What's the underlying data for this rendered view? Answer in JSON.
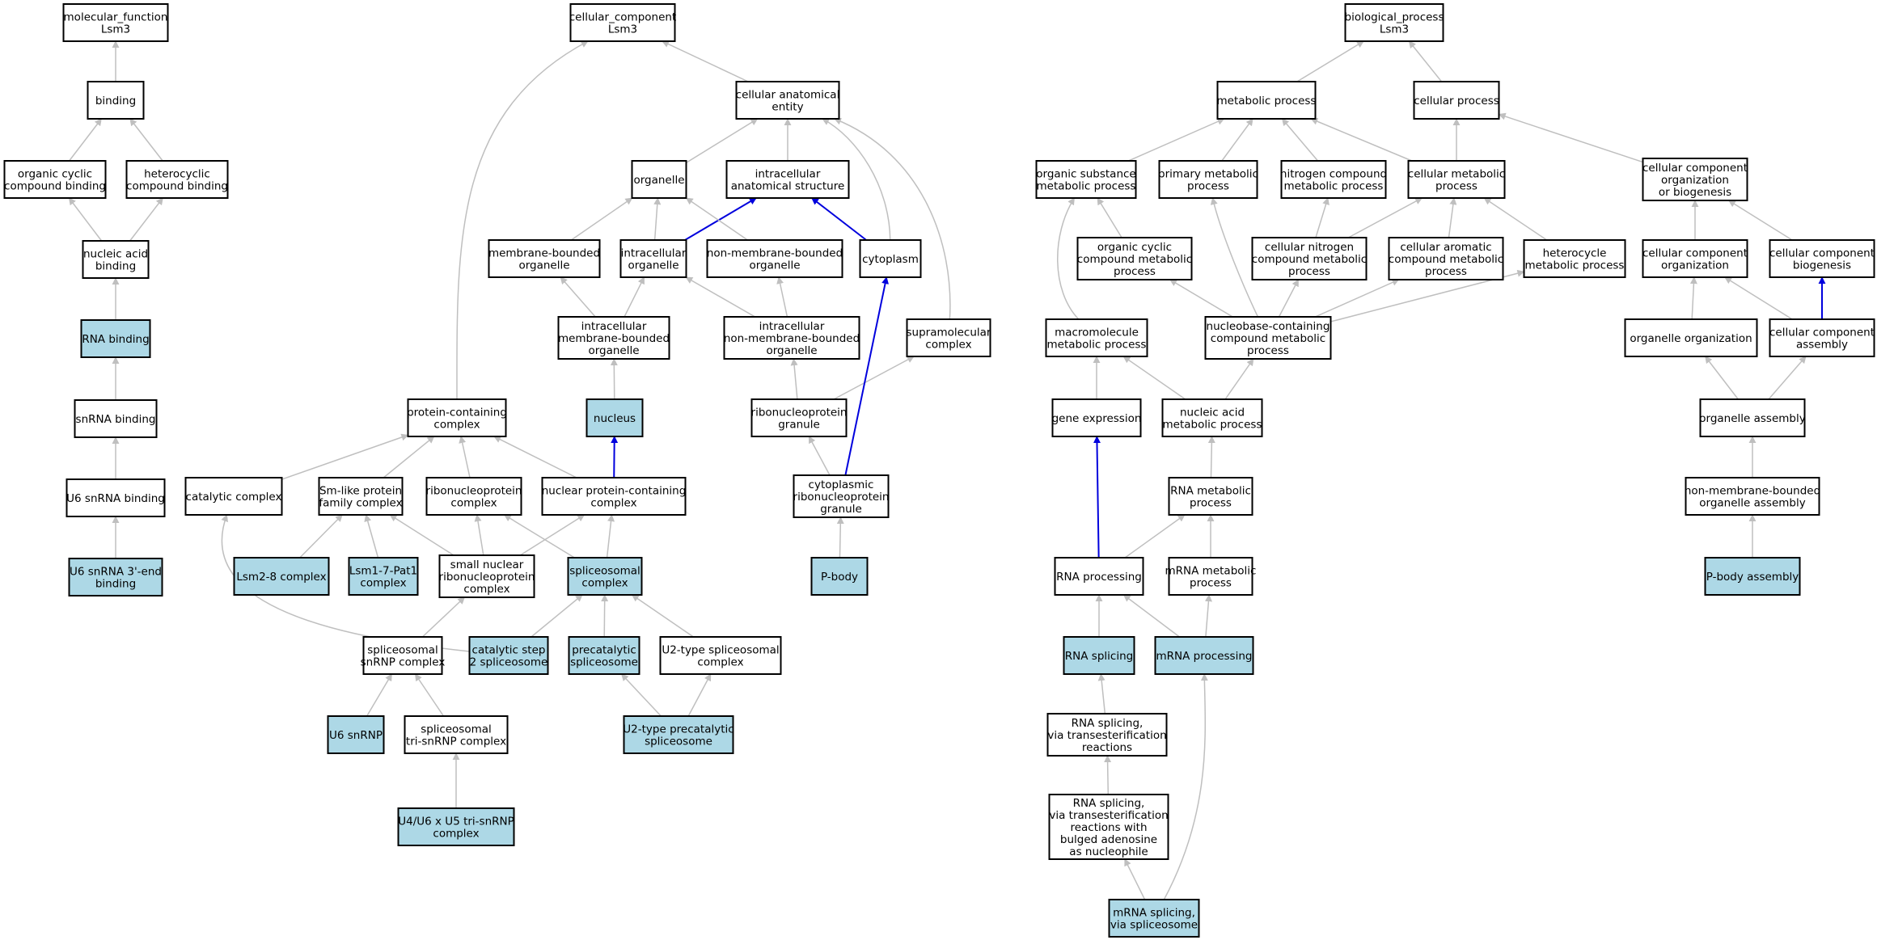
{
  "colors": {
    "highlight": "#add8e6",
    "plain": "#ffffff",
    "edge": "#bfbfbf",
    "edge_strong": "#0000dd"
  },
  "nodes": [
    {
      "id": "mf_root",
      "lines": [
        "molecular_function",
        "Lsm3"
      ]
    },
    {
      "id": "binding",
      "lines": [
        "binding"
      ]
    },
    {
      "id": "org_cyclic_binding",
      "lines": [
        "organic cyclic",
        "compound binding"
      ]
    },
    {
      "id": "heterocyclic_binding",
      "lines": [
        "heterocyclic",
        "compound binding"
      ]
    },
    {
      "id": "nucleic_acid_binding",
      "lines": [
        "nucleic acid",
        "binding"
      ]
    },
    {
      "id": "rna_binding",
      "lines": [
        "RNA binding"
      ],
      "hl": true
    },
    {
      "id": "snrna_binding",
      "lines": [
        "snRNA binding"
      ]
    },
    {
      "id": "u6_snrna_binding",
      "lines": [
        "U6 snRNA binding"
      ]
    },
    {
      "id": "u6_3end_binding",
      "lines": [
        "U6 snRNA 3'-end",
        "binding"
      ],
      "hl": true
    },
    {
      "id": "cc_root",
      "lines": [
        "cellular_component",
        "Lsm3"
      ]
    },
    {
      "id": "cell_anat_entity",
      "lines": [
        "cellular anatomical",
        "entity"
      ]
    },
    {
      "id": "organelle",
      "lines": [
        "organelle"
      ]
    },
    {
      "id": "intracell_anat_struct",
      "lines": [
        "intracellular",
        "anatomical structure"
      ]
    },
    {
      "id": "membrane_bounded_org",
      "lines": [
        "membrane-bounded",
        "organelle"
      ]
    },
    {
      "id": "intracellular_org",
      "lines": [
        "intracellular",
        "organelle"
      ]
    },
    {
      "id": "non_membrane_org",
      "lines": [
        "non-membrane-bounded",
        "organelle"
      ]
    },
    {
      "id": "cytoplasm",
      "lines": [
        "cytoplasm"
      ]
    },
    {
      "id": "intra_membrane_org",
      "lines": [
        "intracellular",
        "membrane-bounded",
        "organelle"
      ]
    },
    {
      "id": "intra_non_membrane_org",
      "lines": [
        "intracellular",
        "non-membrane-bounded",
        "organelle"
      ]
    },
    {
      "id": "supramolecular",
      "lines": [
        "supramolecular",
        "complex"
      ]
    },
    {
      "id": "nucleus",
      "lines": [
        "nucleus"
      ],
      "hl": true
    },
    {
      "id": "protein_containing",
      "lines": [
        "protein-containing",
        "complex"
      ]
    },
    {
      "id": "rnp_granule",
      "lines": [
        "ribonucleoprotein",
        "granule"
      ]
    },
    {
      "id": "catalytic_complex",
      "lines": [
        "catalytic complex"
      ]
    },
    {
      "id": "sm_like",
      "lines": [
        "Sm-like protein",
        "family complex"
      ]
    },
    {
      "id": "ribonucleoprotein_complex",
      "lines": [
        "ribonucleoprotein",
        "complex"
      ]
    },
    {
      "id": "nuclear_pc",
      "lines": [
        "nuclear protein-containing",
        "complex"
      ]
    },
    {
      "id": "cyto_rnp_granule",
      "lines": [
        "cytoplasmic",
        "ribonucleoprotein",
        "granule"
      ]
    },
    {
      "id": "lsm2_8",
      "lines": [
        "Lsm2-8 complex"
      ],
      "hl": true
    },
    {
      "id": "lsm1_7",
      "lines": [
        "Lsm1-7-Pat1",
        "complex"
      ],
      "hl": true
    },
    {
      "id": "snrnp",
      "lines": [
        "small nuclear",
        "ribonucleoprotein",
        "complex"
      ]
    },
    {
      "id": "spliceosomal_complex",
      "lines": [
        "spliceosomal",
        "complex"
      ],
      "hl": true
    },
    {
      "id": "pbody",
      "lines": [
        "P-body"
      ],
      "hl": true
    },
    {
      "id": "spliceosomal_snrnp",
      "lines": [
        "spliceosomal",
        "snRNP complex"
      ]
    },
    {
      "id": "cat_step2",
      "lines": [
        "catalytic step",
        "2 spliceosome"
      ],
      "hl": true
    },
    {
      "id": "precatalytic",
      "lines": [
        "precatalytic",
        "spliceosome"
      ],
      "hl": true
    },
    {
      "id": "u2_type",
      "lines": [
        "U2-type spliceosomal",
        "complex"
      ]
    },
    {
      "id": "u6_snrnp",
      "lines": [
        "U6 snRNP"
      ],
      "hl": true
    },
    {
      "id": "tri_snrnp",
      "lines": [
        "spliceosomal",
        "tri-snRNP complex"
      ]
    },
    {
      "id": "u2_precat",
      "lines": [
        "U2-type precatalytic",
        "spliceosome"
      ],
      "hl": true
    },
    {
      "id": "u4u6u5",
      "lines": [
        "U4/U6 x U5 tri-snRNP",
        "complex"
      ],
      "hl": true
    },
    {
      "id": "bp_root",
      "lines": [
        "biological_process",
        "Lsm3"
      ]
    },
    {
      "id": "metabolic",
      "lines": [
        "metabolic process"
      ]
    },
    {
      "id": "cellular_process",
      "lines": [
        "cellular process"
      ]
    },
    {
      "id": "org_subst_met",
      "lines": [
        "organic substance",
        "metabolic process"
      ]
    },
    {
      "id": "primary_met",
      "lines": [
        "primary metabolic",
        "process"
      ]
    },
    {
      "id": "nitrogen_met",
      "lines": [
        "nitrogen compound",
        "metabolic process"
      ]
    },
    {
      "id": "cell_met",
      "lines": [
        "cellular metabolic",
        "process"
      ]
    },
    {
      "id": "ccob",
      "lines": [
        "cellular component",
        "organization",
        "or biogenesis"
      ]
    },
    {
      "id": "org_cyclic_met",
      "lines": [
        "organic cyclic",
        "compound metabolic",
        "process"
      ]
    },
    {
      "id": "cell_nitrogen_met",
      "lines": [
        "cellular nitrogen",
        "compound metabolic",
        "process"
      ]
    },
    {
      "id": "cell_aromatic_met",
      "lines": [
        "cellular aromatic",
        "compound metabolic",
        "process"
      ]
    },
    {
      "id": "heterocycle_met",
      "lines": [
        "heterocycle",
        "metabolic process"
      ]
    },
    {
      "id": "cc_org",
      "lines": [
        "cellular component",
        "organization"
      ]
    },
    {
      "id": "cc_biogenesis",
      "lines": [
        "cellular component",
        "biogenesis"
      ]
    },
    {
      "id": "macromol_met",
      "lines": [
        "macromolecule",
        "metabolic process"
      ]
    },
    {
      "id": "nucleobase_met",
      "lines": [
        "nucleobase-containing",
        "compound metabolic",
        "process"
      ]
    },
    {
      "id": "organelle_org",
      "lines": [
        "organelle organization"
      ]
    },
    {
      "id": "cc_assembly",
      "lines": [
        "cellular component",
        "assembly"
      ]
    },
    {
      "id": "gene_expression",
      "lines": [
        "gene expression"
      ]
    },
    {
      "id": "nucleic_acid_met",
      "lines": [
        "nucleic acid",
        "metabolic process"
      ]
    },
    {
      "id": "organelle_assembly",
      "lines": [
        "organelle assembly"
      ]
    },
    {
      "id": "rna_met",
      "lines": [
        "RNA metabolic",
        "process"
      ]
    },
    {
      "id": "nmb_org_assembly",
      "lines": [
        "non-membrane-bounded",
        "organelle assembly"
      ]
    },
    {
      "id": "rna_processing",
      "lines": [
        "RNA processing"
      ]
    },
    {
      "id": "mrna_met",
      "lines": [
        "mRNA metabolic",
        "process"
      ]
    },
    {
      "id": "pbody_assembly",
      "lines": [
        "P-body assembly"
      ],
      "hl": true
    },
    {
      "id": "rna_splicing",
      "lines": [
        "RNA splicing"
      ],
      "hl": true
    },
    {
      "id": "mrna_processing",
      "lines": [
        "mRNA processing"
      ],
      "hl": true
    },
    {
      "id": "rna_splicing_trans",
      "lines": [
        "RNA splicing,",
        "via transesterification",
        "reactions"
      ]
    },
    {
      "id": "rna_splicing_bulged",
      "lines": [
        "RNA splicing,",
        "via transesterification",
        "reactions with",
        "bulged adenosine",
        "as nucleophile"
      ]
    },
    {
      "id": "mrna_splicing_spliceosome",
      "lines": [
        "mRNA splicing,",
        "via spliceosome"
      ],
      "hl": true
    }
  ]
}
